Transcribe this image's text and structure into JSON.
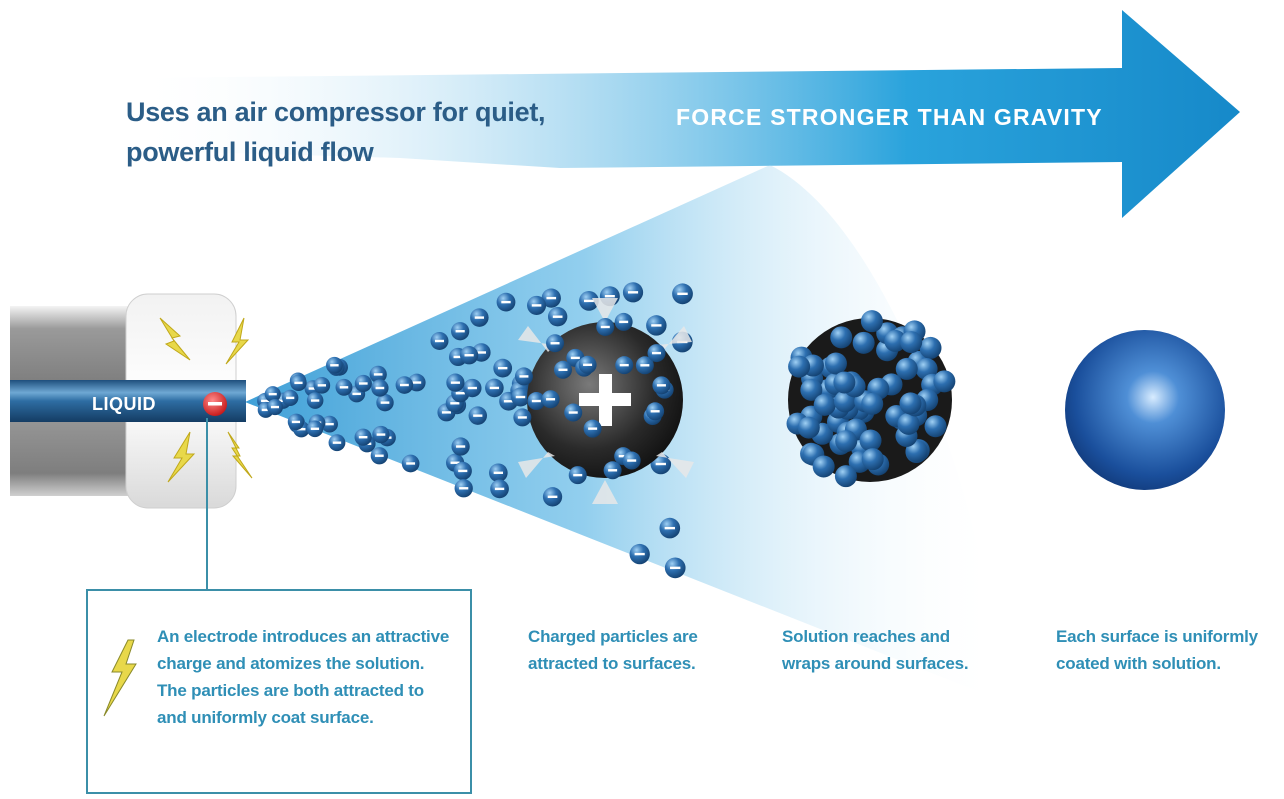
{
  "headline": {
    "line1": "Uses an air compressor for quiet,",
    "line2": "powerful liquid flow"
  },
  "arrow": {
    "label": "FORCE STRONGER THAN GRAVITY"
  },
  "nozzle": {
    "label": "LIQUID",
    "electrode_sign": "−"
  },
  "steps": [
    {
      "lines": [
        "An electrode introduces an attractive",
        "charge and atomizes the solution.",
        "The particles are both attracted to",
        "and uniformly coat surface."
      ]
    },
    {
      "lines": [
        "Charged particles are",
        "attracted to surfaces."
      ]
    },
    {
      "lines": [
        "Solution reaches and",
        "wraps around surfaces."
      ]
    },
    {
      "lines": [
        "Each surface is uniformly",
        "coated with solution."
      ]
    }
  ],
  "colors": {
    "headline": "#2b5d87",
    "arrow": "#1d9ad6",
    "caption": "#2f8fb6",
    "particle": "#1f5f9e",
    "callout_border": "#3b8fa8",
    "spark": "#e8d84a"
  },
  "icons": [
    "lightning-bolt-icon",
    "negative-charge-icon",
    "positive-charge-icon"
  ]
}
